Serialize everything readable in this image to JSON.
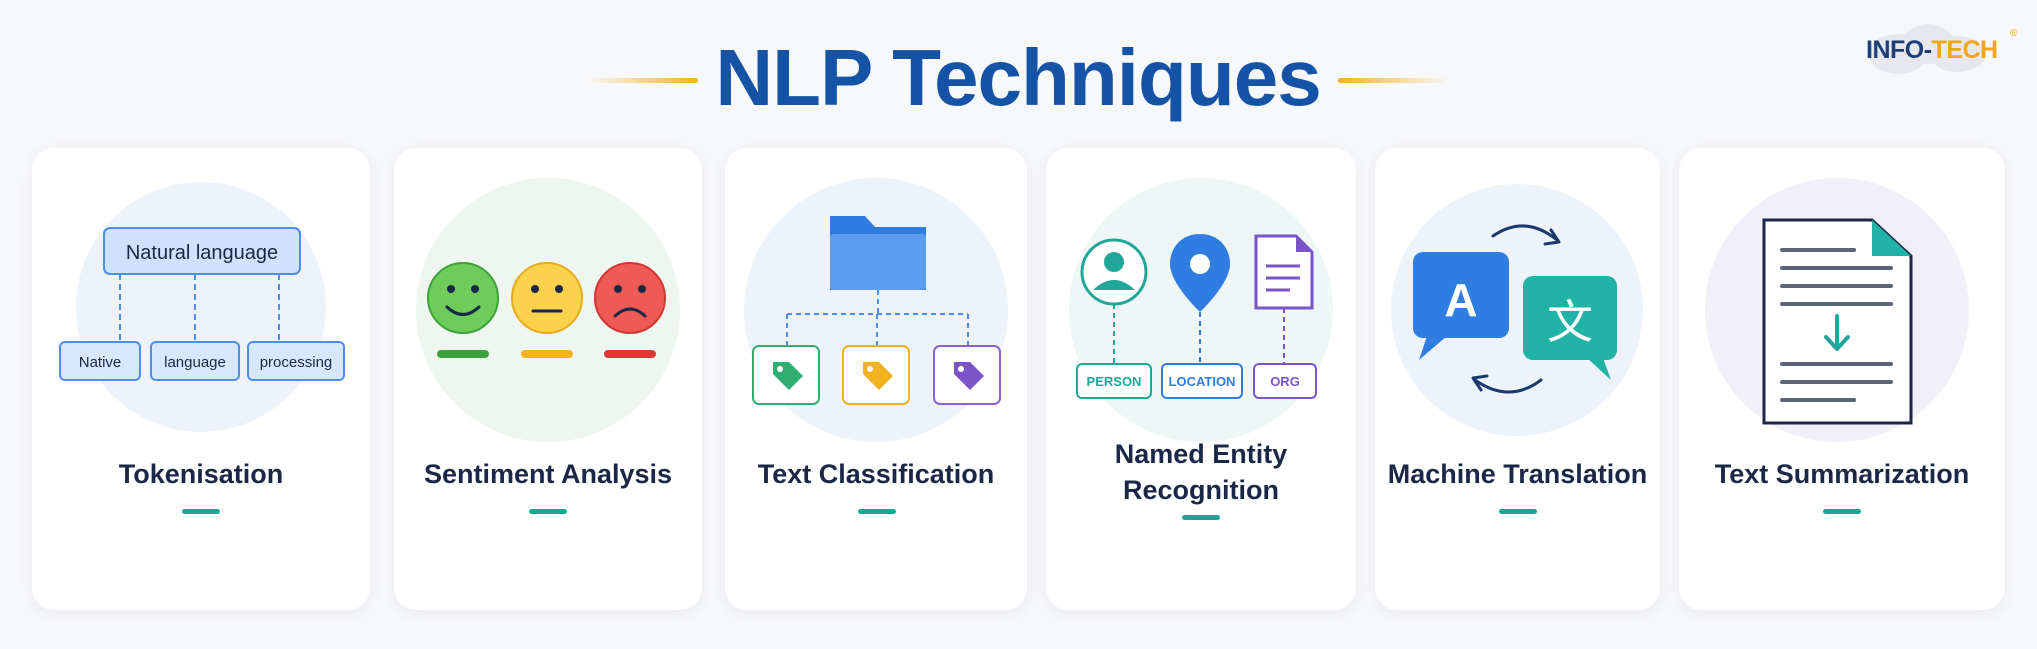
{
  "title": "NLP Techniques",
  "logo": {
    "part1": "INFO-",
    "part2": "TECH",
    "reg": "®"
  },
  "colors": {
    "title": "#1553a6",
    "accent": "#15a89a",
    "highlight": "#f3b21f"
  },
  "cards": [
    {
      "title": "Tokenisation",
      "icon": "token-tree-icon",
      "root_label": "Natural language",
      "tokens": [
        "Native",
        "language",
        "processing"
      ]
    },
    {
      "title": "Sentiment Analysis",
      "icon": "emoji-faces-icon",
      "faces": [
        "happy",
        "neutral",
        "sad"
      ]
    },
    {
      "title": "Text Classification",
      "icon": "folder-tags-icon"
    },
    {
      "title": "Named Entity Recognition",
      "title_line1": "Named Entity",
      "title_line2": "Recognition",
      "icon": "entity-icons",
      "entities": [
        "PERSON",
        "LOCATION",
        "ORG"
      ]
    },
    {
      "title": "Machine Translation",
      "icon": "translate-icon",
      "glyph_a": "A",
      "glyph_b": "文"
    },
    {
      "title": "Text Summarization",
      "icon": "document-summary-icon"
    }
  ]
}
